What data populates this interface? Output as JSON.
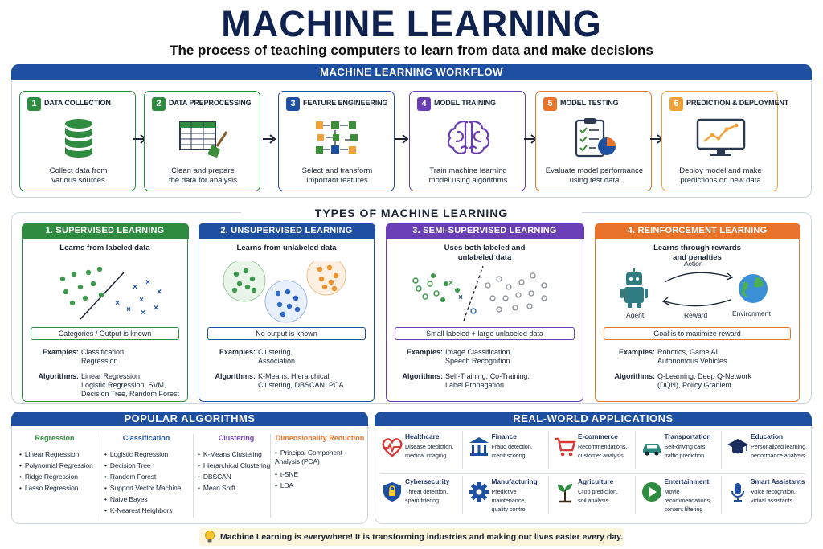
{
  "header": {
    "title": "MACHINE LEARNING",
    "subtitle": "The process of teaching computers to learn from data and make decisions"
  },
  "workflow": {
    "title": "MACHINE LEARNING WORKFLOW",
    "steps": [
      {
        "num": "1",
        "title": "DATA COLLECTION",
        "desc": "Collect data from\nvarious sources",
        "icon": "database-icon",
        "color": "#2e8b3f"
      },
      {
        "num": "2",
        "title": "DATA PREPROCESSING",
        "desc": "Clean and prepare\nthe data for analysis",
        "icon": "table-broom-icon",
        "color": "#2e8b3f"
      },
      {
        "num": "3",
        "title": "FEATURE ENGINEERING",
        "desc": "Select and transform\nimportant features",
        "icon": "feature-flow-icon",
        "color": "#1f4fa0"
      },
      {
        "num": "4",
        "title": "MODEL TRAINING",
        "desc": "Train machine learning\nmodel using algorithms",
        "icon": "brain-icon",
        "color": "#6a3fb5"
      },
      {
        "num": "5",
        "title": "MODEL TESTING",
        "desc": "Evaluate model performance\nusing test data",
        "icon": "clipboard-chart-icon",
        "color": "#e8732a"
      },
      {
        "num": "6",
        "title": "PREDICTION & DEPLOYMENT",
        "desc": "Deploy model and make\npredictions on new data",
        "icon": "monitor-chart-icon",
        "color": "#f0a23a"
      }
    ]
  },
  "types": {
    "title": "TYPES OF MACHINE LEARNING",
    "cards": [
      {
        "title": "1. SUPERVISED LEARNING",
        "subtitle": "Learns from labeled data",
        "box": "Categories / Output is known",
        "examples_label": "Examples:",
        "examples": "Classification,\nRegression",
        "algorithms_label": "Algorithms:",
        "algorithms": "Linear Regression,\nLogistic Regression, SVM,\nDecision Tree, Random Forest",
        "color": "#2e8b3f"
      },
      {
        "title": "2. UNSUPERVISED LEARNING",
        "subtitle": "Learns from unlabeled data",
        "box": "No output is known",
        "examples_label": "Examples:",
        "examples": "Clustering,\nAssociation",
        "algorithms_label": "Algorithms:",
        "algorithms": "K-Means, Hierarchical\nClustering, DBSCAN, PCA",
        "color": "#1f4fa0"
      },
      {
        "title": "3. SEMI-SUPERVISED LEARNING",
        "subtitle": "Uses both labeled and\nunlabeled data",
        "box": "Small labeled + large unlabeled data",
        "examples_label": "Examples:",
        "examples": "Image Classification,\nSpeech Recognition",
        "algorithms_label": "Algorithms:",
        "algorithms": "Self-Training, Co-Training,\nLabel Propagation",
        "color": "#6a3fb5"
      },
      {
        "title": "4. REINFORCEMENT LEARNING",
        "subtitle": "Learns through rewards\nand penalties",
        "box": "Goal is to maximize reward",
        "examples_label": "Examples:",
        "examples": "Robotics, Game AI,\nAutonomous Vehicles",
        "algorithms_label": "Algorithms:",
        "algorithms": "Q-Learning,  Deep Q-Network\n(DQN), Policy Gradient",
        "color": "#e8732a",
        "rl": {
          "action": "Action",
          "reward": "Reward",
          "agent": "Agent",
          "environment": "Environment"
        }
      }
    ]
  },
  "algorithms": {
    "title": "POPULAR ALGORITHMS",
    "columns": [
      {
        "heading": "Regression",
        "color": "#2e8b3f",
        "items": [
          "Linear Regression",
          "Polynomial Regression",
          "Ridge Regression",
          "Lasso Regression"
        ]
      },
      {
        "heading": "Classification",
        "color": "#1f4fa0",
        "items": [
          "Logistic Regression",
          "Decision Tree",
          "Random Forest",
          "Support Vector Machine",
          "Naive Bayes",
          "K-Nearest Neighbors"
        ]
      },
      {
        "heading": "Clustering",
        "color": "#6a3fb5",
        "items": [
          "K-Means Clustering",
          "Hierarchical Clustering",
          "DBSCAN",
          "Mean Shift"
        ]
      },
      {
        "heading": "Dimensionality Reduction",
        "color": "#e8732a",
        "items": [
          "Principal Component\nAnalysis (PCA)",
          "t-SNE",
          "LDA"
        ]
      }
    ]
  },
  "applications": {
    "title": "REAL-WORLD APPLICATIONS",
    "items": [
      {
        "title": "Healthcare",
        "desc": "Disease prediction,\nmedical imaging",
        "icon": "heartbeat-icon",
        "color": "#d93838"
      },
      {
        "title": "Finance",
        "desc": "Fraud detection,\ncredit scoring",
        "icon": "bank-icon",
        "color": "#1f4fa0"
      },
      {
        "title": "E-commerce",
        "desc": "Recommendations,\ncustomer analysis",
        "icon": "cart-icon",
        "color": "#d93838"
      },
      {
        "title": "Transportation",
        "desc": "Self-driving cars,\ntraffic prediction",
        "icon": "car-icon",
        "color": "#2f8a7e"
      },
      {
        "title": "Education",
        "desc": "Personalized learning,\nperformance analysis",
        "icon": "graduation-cap-icon",
        "color": "#1a2d5e"
      },
      {
        "title": "Cybersecurity",
        "desc": "Threat detection,\nspam filtering",
        "icon": "shield-lock-icon",
        "color": "#1f4fa0"
      },
      {
        "title": "Manufacturing",
        "desc": "Predictive maintenance,\nquality control",
        "icon": "gear-icon",
        "color": "#1f4fa0"
      },
      {
        "title": "Agriculture",
        "desc": "Crop prediction,\nsoil analysis",
        "icon": "plant-icon",
        "color": "#2e8b3f"
      },
      {
        "title": "Entertainment",
        "desc": "Movie recommendations,\ncontent filtering",
        "icon": "play-icon",
        "color": "#2e8b3f"
      },
      {
        "title": "Smart Assistants",
        "desc": "Voice recognition,\nvirtual assistants",
        "icon": "microphone-icon",
        "color": "#1f4fa0"
      }
    ]
  },
  "footer": {
    "text": "Machine Learning is everywhere! It is transforming industries and making our lives easier every day.",
    "icon": "lightbulb-icon"
  }
}
